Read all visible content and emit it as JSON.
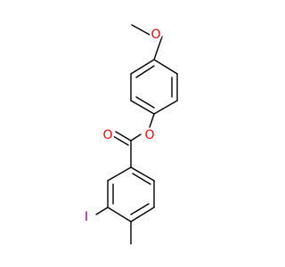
{
  "molecule": {
    "atoms": {
      "methoxy_oxygen": {
        "label": "O",
        "color": "#ff0000"
      },
      "carbonyl_oxygen": {
        "label": "O",
        "color": "#ff0000"
      },
      "ester_oxygen": {
        "label": "O",
        "color": "#ff0000"
      },
      "iodine": {
        "label": "I",
        "color": "#940094"
      }
    },
    "bond_color": "#000000"
  }
}
